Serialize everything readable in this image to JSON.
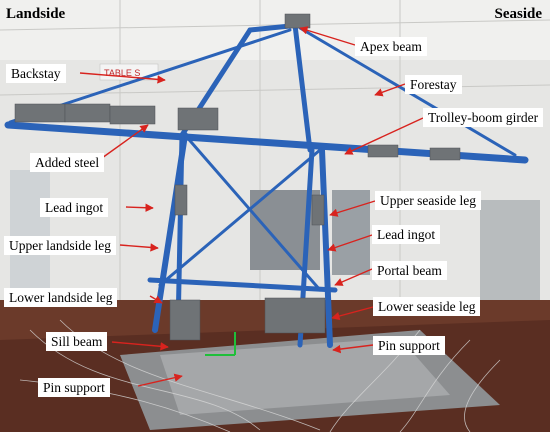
{
  "photo": {
    "corners": {
      "left": "Landside",
      "right": "Seaside"
    },
    "labels": {
      "apex_beam": "Apex beam",
      "backstay": "Backstay",
      "forestay": "Forestay",
      "trolley_boom_girder": "Trolley-boom girder",
      "added_steel": "Added steel",
      "lead_ingot_left": "Lead ingot",
      "upper_seaside_leg": "Upper seaside leg",
      "upper_landside_leg": "Upper landside leg",
      "lead_ingot_right": "Lead ingot",
      "portal_beam": "Portal beam",
      "lower_landside_leg": "Lower landside leg",
      "lower_seaside_leg": "Lower seaside leg",
      "sill_beam": "Sill beam",
      "pin_support_right": "Pin support",
      "pin_support_left": "Pin support"
    },
    "background_sign": "TABLE S",
    "colors": {
      "frame_blue": "#2b63b8",
      "leader_red": "#d8231e",
      "floor_brown": "#6b3a2a",
      "wall": "#e4e4e2"
    }
  }
}
